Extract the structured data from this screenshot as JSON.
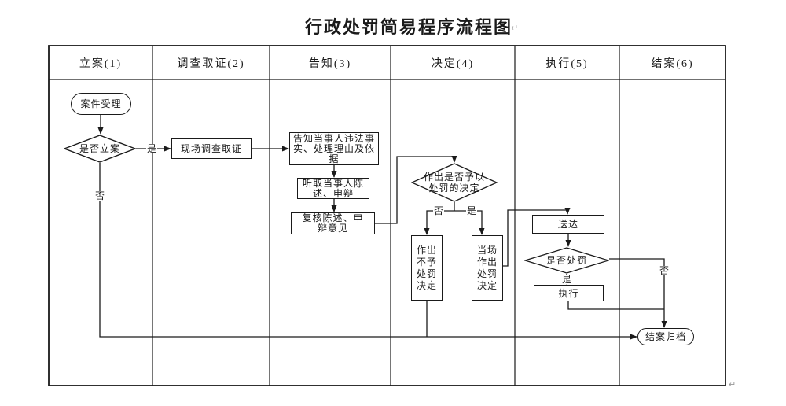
{
  "title": {
    "text": "行政处罚简易程序流程图",
    "paragraph_mark": "↵"
  },
  "lanes": [
    "立案(1)",
    "调查取证(2)",
    "告知(3)",
    "决定(4)",
    "执行(5)",
    "结案(6)"
  ],
  "nodes": {
    "case_acceptance": "案件受理",
    "file_decision": "是否立案",
    "onsite_investigation": "现场调查取证",
    "inform_facts": "告知当事人违法事\n实、处理理由及依\n据",
    "hear_statement": "听取当事人陈\n述、申辩",
    "review_statement": "复核陈述、申\n辩意见",
    "penalty_decision": "作出是否予以\n处罚的决定",
    "no_penalty_decision": "作出\n不予\n处罚\n决定",
    "onsite_penalty_decision": "当场\n作出\n处罚\n决定",
    "deliver": "送达",
    "penalized_check": "是否处罚",
    "execute": "执行",
    "close_archive": "结案归档"
  },
  "edge_labels": {
    "file_yes": "是",
    "file_no": "否",
    "punish_no": "否",
    "punish_yes": "是",
    "exec_yes": "是",
    "exec_no": "否"
  },
  "colors": {
    "line": "#1a1a1a",
    "background": "#ffffff"
  }
}
